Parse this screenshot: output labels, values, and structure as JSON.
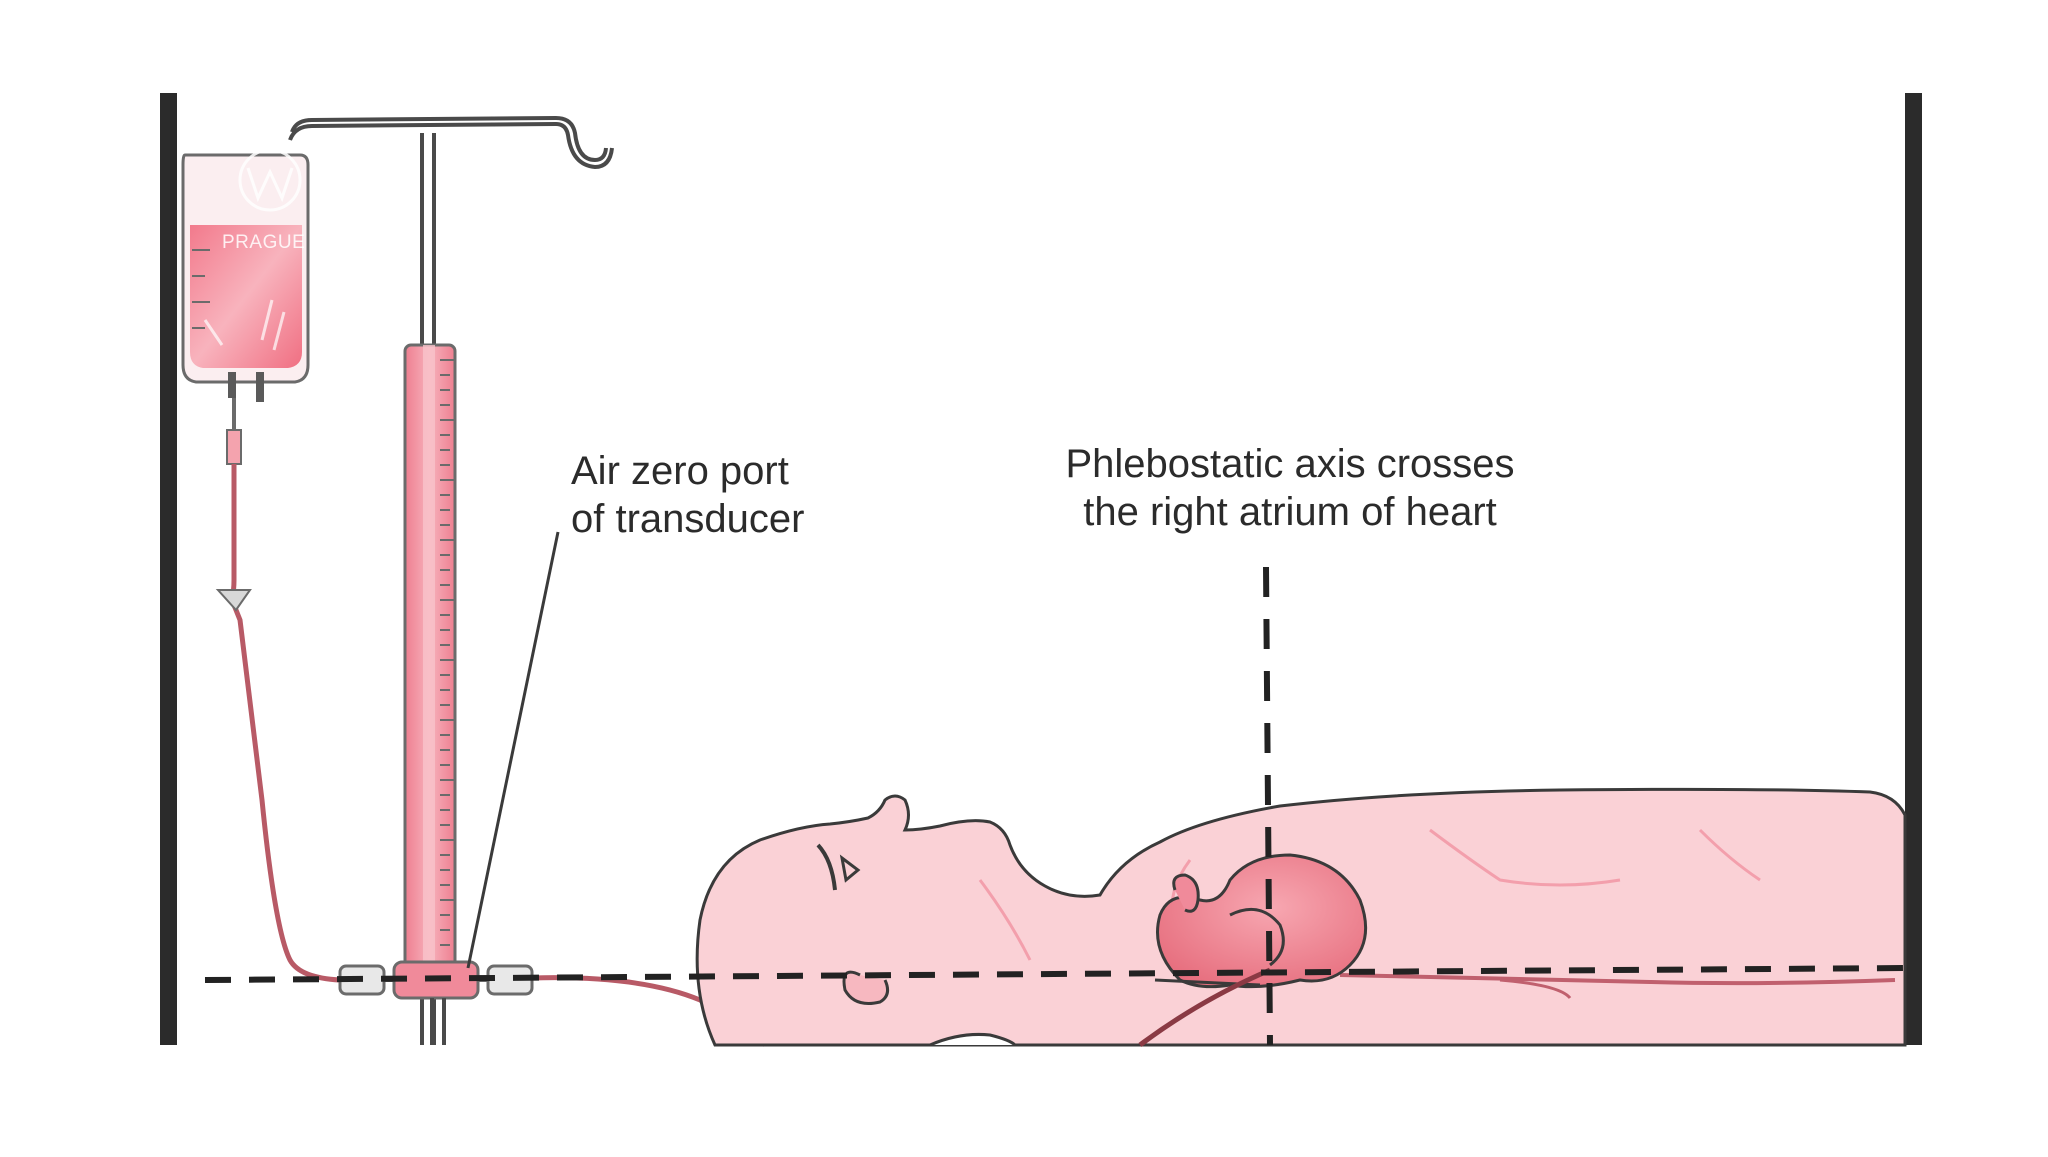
{
  "diagram": {
    "labels": {
      "air_zero_port": [
        "Air zero port",
        "of transducer"
      ],
      "phlebostatic_axis": [
        "Phlebostatic axis crosses",
        "the right atrium of heart"
      ]
    },
    "watermark": "PRAGUE"
  },
  "colors": {
    "background": "#ffffff",
    "frame": "#2b2b2b",
    "fluid": "#f08a9a",
    "body_fill": "#f9c9cf",
    "body_outline": "#3a3a3a",
    "heart": "#ee8a95",
    "dash_line": "#222222"
  }
}
